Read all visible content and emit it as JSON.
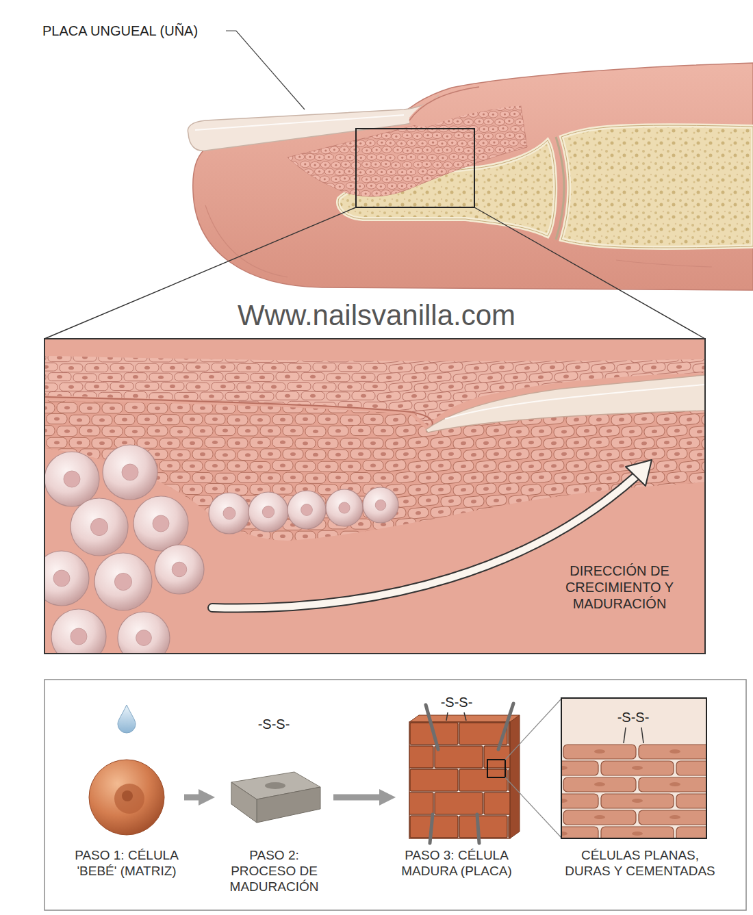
{
  "diagram": {
    "nodes": [
      {
        "text": [
          "PASO 1: CÉLULA 'BEBÉ' (MATRIZ)"
        ]
      },
      {
        "text": [
          "PASO 2: PROCESO DE MADURACIÓN"
        ]
      },
      {
        "text": [
          "PASO 3: CÉLULA MADURA (PLACA)"
        ]
      },
      {
        "text": [
          "CÉLULAS PLANAS, DURAS Y CEMENTADAS"
        ]
      }
    ],
    "edges": [
      {
        "from": 0,
        "to": 1,
        "arrow": "to"
      },
      {
        "from": 1,
        "to": 2,
        "arrow": "to"
      }
    ],
    "labels": [
      "PLACA UNGUEAL (UÑA)",
      "Www.nailsvanilla.com",
      "DIRECCIÓN DE CRECIMIENTO Y MADURACIÓN",
      "-S-S-",
      "-S-S-",
      "-S-S-"
    ]
  }
}
